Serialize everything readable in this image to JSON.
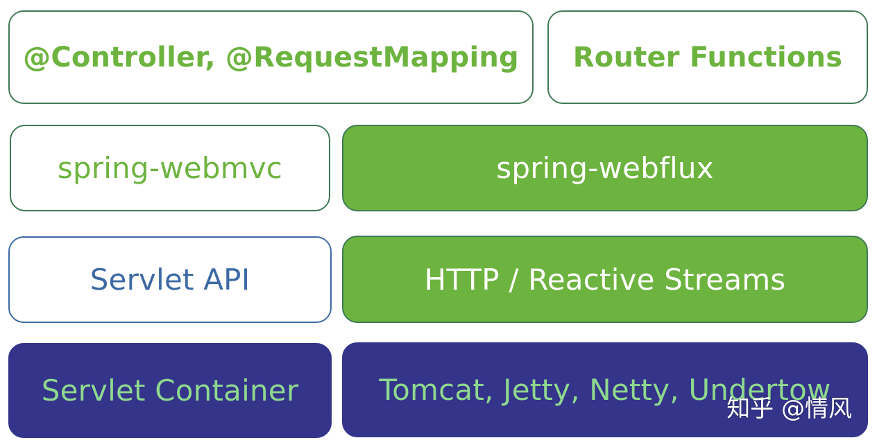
{
  "layers": {
    "annotations_left": "@Controller, @RequestMapping",
    "annotations_right": "Router Functions",
    "module_left": "spring-webmvc",
    "module_right": "spring-webflux",
    "api_left": "Servlet API",
    "api_right": "HTTP / Reactive Streams",
    "runtime_left": "Servlet Container",
    "runtime_right": "Tomcat, Jetty, Netty, Undertow"
  },
  "watermark": "知乎 @情风",
  "colors": {
    "green": "#6db33f",
    "green_border": "#3f7a55",
    "blue": "#3d6aa5",
    "navy": "#34348a",
    "light_green_text": "#8fd88f"
  }
}
